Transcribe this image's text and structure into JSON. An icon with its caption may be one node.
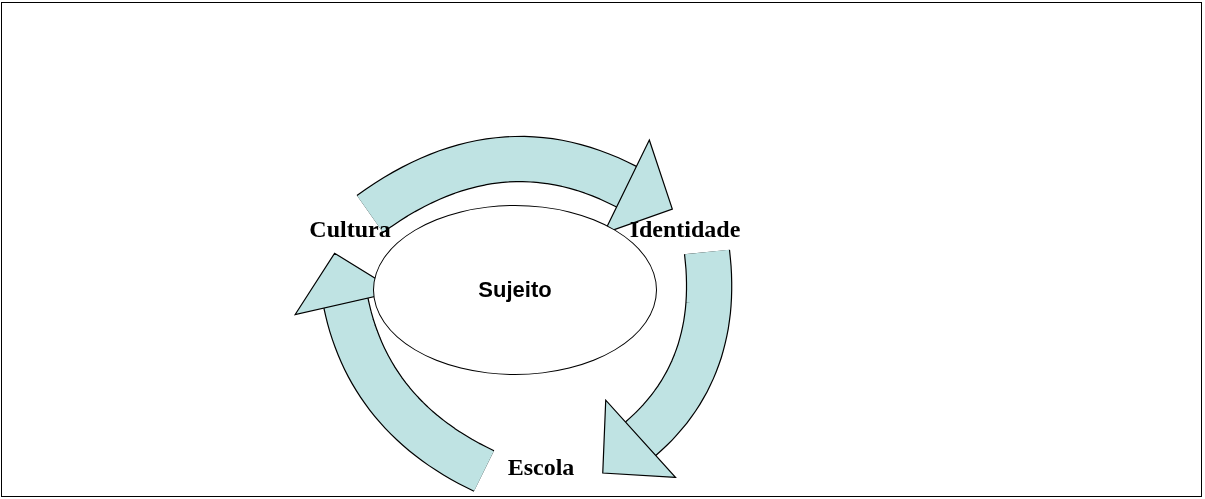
{
  "diagram": {
    "nodes": [
      {
        "text": [
          "Cultura"
        ]
      },
      {
        "text": [
          "Sujeito"
        ]
      },
      {
        "text": [
          "Identidade"
        ]
      },
      {
        "text": [
          "Escola"
        ]
      }
    ],
    "edges": [
      {
        "from": 0,
        "to": 2,
        "arrow": "to"
      },
      {
        "from": 2,
        "to": 3,
        "arrow": "to"
      },
      {
        "from": 3,
        "to": 0,
        "arrow": "to"
      }
    ]
  }
}
